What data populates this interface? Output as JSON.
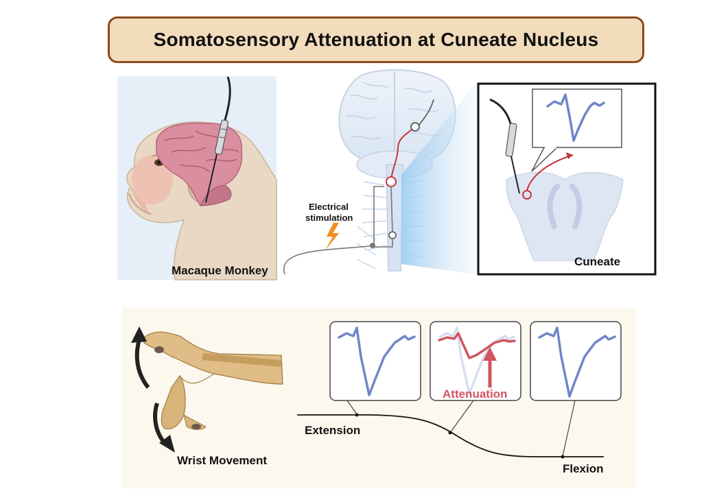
{
  "title": "Somatosensory Attenuation at Cuneate Nucleus",
  "labels": {
    "monkey": "Macaque Monkey",
    "stimulation_line1": "Electrical",
    "stimulation_line2": "stimulation",
    "cuneate": "Cuneate",
    "attenuation": "Attenuation",
    "extension": "Extension",
    "flexion": "Flexion",
    "wrist_movement": "Wrist Movement"
  },
  "colors": {
    "title_bg": "#f2dcbc",
    "title_border": "#8a4a1e",
    "spike_blue": "#6f86c9",
    "attenuated_red": "#d1545f",
    "nerve_red": "#c8323a",
    "bolt_orange": "#f28c1e"
  },
  "icons": [
    "electrode-icon",
    "lightning-bolt-icon",
    "rotation-arrow-icon"
  ]
}
